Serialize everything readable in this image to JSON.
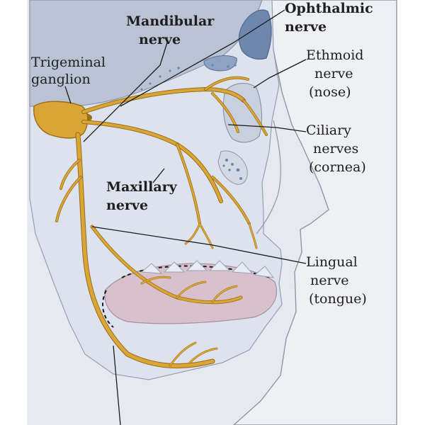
{
  "labels": {
    "trigeminal": [
      "Trigeminal",
      "ganglion"
    ],
    "mandibular": [
      "Mandibular",
      "nerve"
    ],
    "ophthalmic": [
      "Ophthalmic",
      "nerve"
    ],
    "ethmoid": [
      "Ethmoid",
      "nerve",
      "(nose)"
    ],
    "ciliary": [
      "Ciliary",
      "nerves",
      "(cornea)"
    ],
    "maxillary": [
      "Maxillary",
      "nerve"
    ],
    "lingual": [
      "Lingual",
      "nerve",
      "(tongue)"
    ]
  },
  "colors": {
    "nerve": "#d9a536",
    "nerve_outline": "#9a6d16",
    "bone": "#dde3ee",
    "skin": "#eef0f4",
    "brain": "#b9c3d3",
    "tongue": "#d8c1cc",
    "sinus": "#6f86ad"
  }
}
